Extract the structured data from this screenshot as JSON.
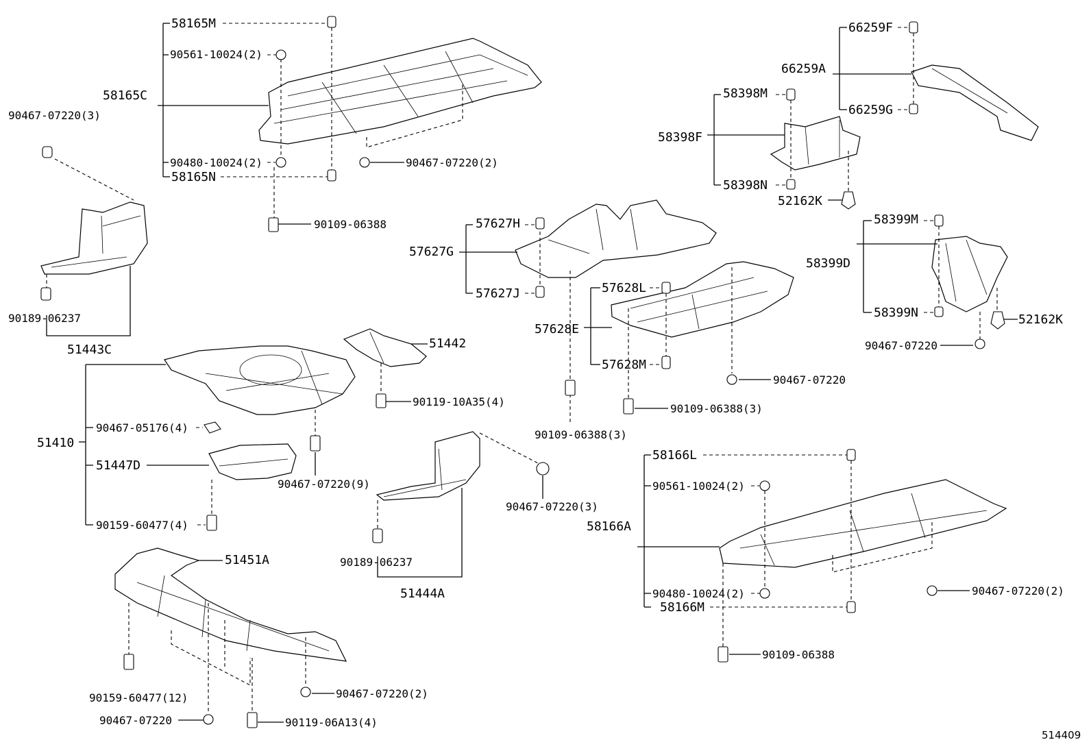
{
  "figure_number": "514409",
  "labels": {
    "58165M": "58165M",
    "90561_10024_2_a": "90561-10024(2)",
    "58165C": "58165C",
    "90480_10024_2_a": "90480-10024(2)",
    "58165N": "58165N",
    "90467_07220_2_a": "90467-07220(2)",
    "90109_06388_a": "90109-06388",
    "90467_07220_3_a": "90467-07220(3)",
    "90189_06237_a": "90189-06237",
    "51443C": "51443C",
    "66259F": "66259F",
    "66259A": "66259A",
    "66259G": "66259G",
    "58398M": "58398M",
    "58398F": "58398F",
    "58398N": "58398N",
    "52162K_a": "52162K",
    "57627H": "57627H",
    "57627G": "57627G",
    "57627J": "57627J",
    "58399M": "58399M",
    "58399D": "58399D",
    "58399N": "58399N",
    "52162K_b": "52162K",
    "90467_07220_b": "90467-07220",
    "57628L": "57628L",
    "57628E": "57628E",
    "57628M": "57628M",
    "90467_07220_c": "90467-07220",
    "90109_06388_3_a": "90109-06388(3)",
    "90109_06388_3_b": "90109-06388(3)",
    "51442": "51442",
    "90119_10A35_4": "90119-10A35(4)",
    "51410": "51410",
    "90467_05176_4": "90467-05176(4)",
    "51447D": "51447D",
    "90467_07220_9": "90467-07220(9)",
    "90159_60477_4": "90159-60477(4)",
    "90467_07220_3_b": "90467-07220(3)",
    "90189_06237_b": "90189-06237",
    "51444A": "51444A",
    "58166L": "58166L",
    "90561_10024_2_b": "90561-10024(2)",
    "58166A": "58166A",
    "90480_10024_2_b": "90480-10024(2)",
    "58166M": "58166M",
    "90467_07220_2_b": "90467-07220(2)",
    "90109_06388_b": "90109-06388",
    "51451A": "51451A",
    "90159_60477_12": "90159-60477(12)",
    "90467_07220_2_c": "90467-07220(2)",
    "90467_07220_d": "90467-07220",
    "90119_06A13_4": "90119-06A13(4)"
  }
}
